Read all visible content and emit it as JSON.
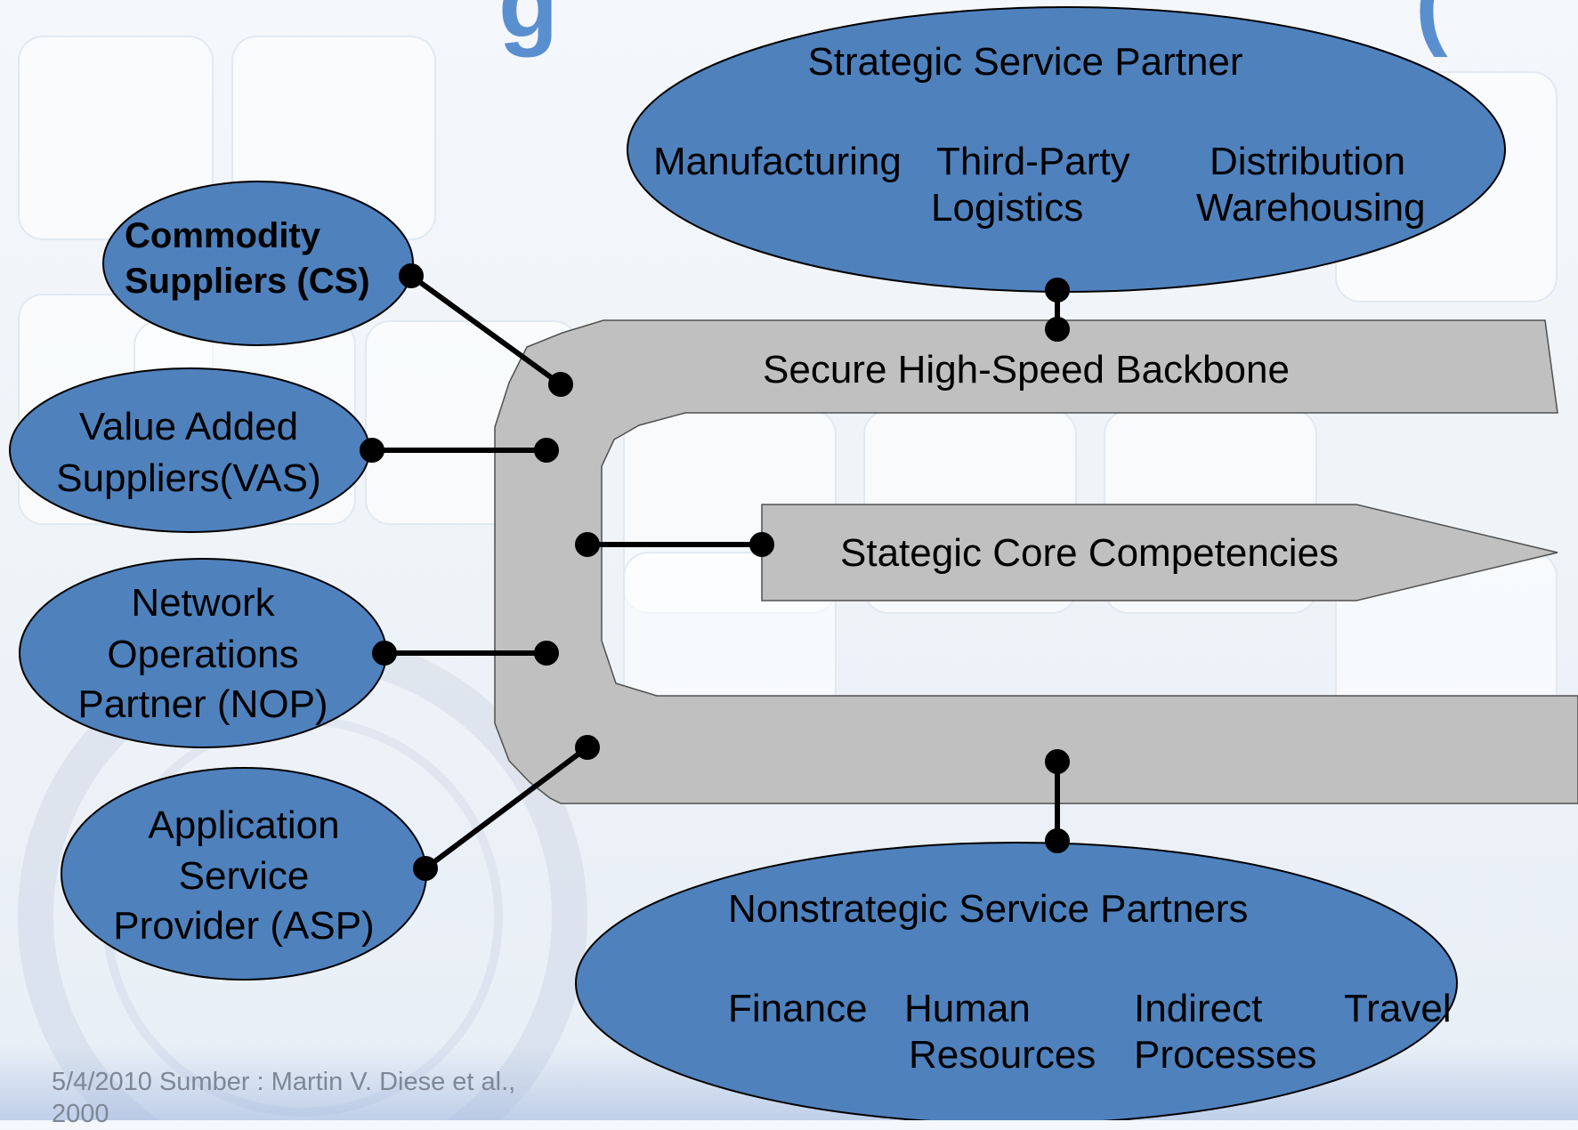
{
  "colors": {
    "ellipse_fill": "#4f81bd",
    "backbone_fill": "#c0c0c0",
    "line": "#000000",
    "footer_text": "#7d8796",
    "title_fragment": "#5a8fcf"
  },
  "strategic_partner": {
    "title": "Strategic Service Partner",
    "items": [
      {
        "line1": "Manufacturing",
        "line2": ""
      },
      {
        "line1": "Third-Party",
        "line2": "Logistics"
      },
      {
        "line1": "Distribution",
        "line2": "Warehousing"
      }
    ]
  },
  "commodity_suppliers": {
    "line1": "Commodity",
    "line2": "Suppliers (CS)"
  },
  "value_added_suppliers": {
    "line1": "Value Added",
    "line2": "Suppliers(VAS)"
  },
  "network_operations": {
    "line1": "Network",
    "line2": "Operations",
    "line3": "Partner (NOP)"
  },
  "application_service": {
    "line1": "Application",
    "line2": "Service",
    "line3": "Provider (ASP)"
  },
  "backbone": {
    "label": "Secure High-Speed Backbone"
  },
  "core": {
    "label": "Stategic Core Competencies"
  },
  "nonstrategic_partners": {
    "title": "Nonstrategic Service Partners",
    "items": [
      {
        "line1": "Finance",
        "line2": ""
      },
      {
        "line1": "Human",
        "line2": "Resources"
      },
      {
        "line1": "Indirect",
        "line2": "Processes"
      },
      {
        "line1": "Travel",
        "line2": ""
      }
    ]
  },
  "footer": {
    "line1": "5/4/2010 Sumber : Martin V. Diese et al.,",
    "line2": "2000"
  }
}
